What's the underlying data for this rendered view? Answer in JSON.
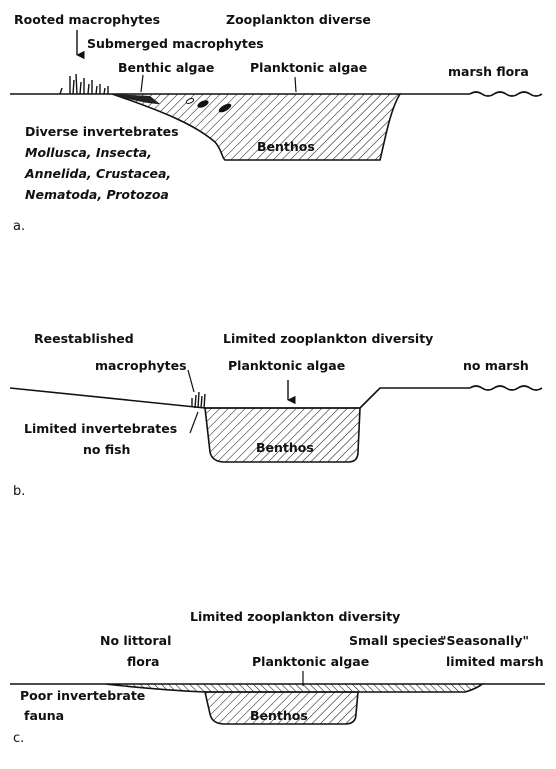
{
  "panel_a": {
    "letter": "a.",
    "rooted_macrophytes": "Rooted macrophytes",
    "zooplankton": "Zooplankton diverse",
    "submerged": "Submerged macrophytes",
    "benthic_algae": "Benthic algae",
    "planktonic_algae": "Planktonic algae",
    "marsh_flora": "marsh flora",
    "benthos": "Benthos",
    "invertebrates": [
      "Diverse invertebrates",
      "Mollusca, Insecta,",
      "Annelida, Crustacea,",
      "Nematoda, Protozoa"
    ]
  },
  "panel_b": {
    "letter": "b.",
    "reestablished": "Reestablished",
    "macrophytes": "macrophytes",
    "zooplankton": "Limited zooplankton diversity",
    "planktonic_algae": "Planktonic algae",
    "no_marsh": "no marsh",
    "limited_invertebrates": "Limited invertebrates",
    "no_fish": "no fish",
    "benthos": "Benthos"
  },
  "panel_c": {
    "letter": "c.",
    "zooplankton": "Limited zooplankton diversity",
    "no_littoral": "No littoral",
    "flora": "flora",
    "small_species": "Small species",
    "seasonally": "\"Seasonally\"",
    "limited_marsh": "limited marsh",
    "planktonic_algae": "Planktonic algae",
    "poor_invertebrate": "Poor invertebrate",
    "fauna": "fauna",
    "benthos": "Benthos"
  }
}
